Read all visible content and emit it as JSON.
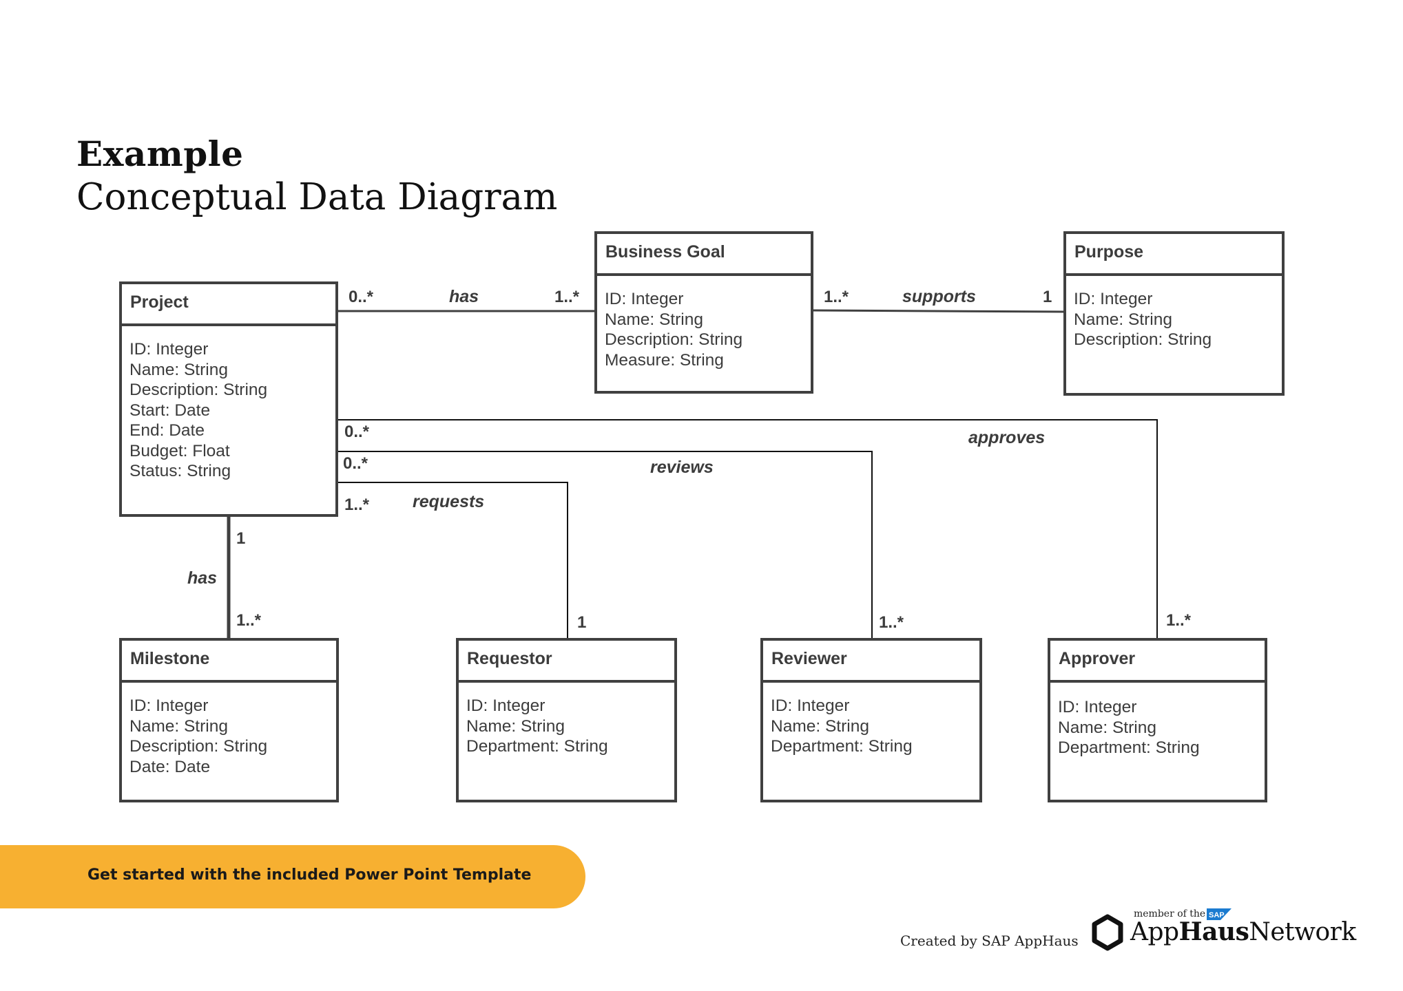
{
  "title": {
    "bold": "Example",
    "subtitle": "Conceptual Data Diagram"
  },
  "entities": {
    "project": {
      "name": "Project",
      "attributes": [
        "ID: Integer",
        "Name: String",
        "Description: String",
        "Start: Date",
        "End: Date",
        "Budget: Float",
        "Status: String"
      ]
    },
    "business_goal": {
      "name": "Business Goal",
      "attributes": [
        "ID: Integer",
        "Name: String",
        "Description: String",
        "Measure: String"
      ]
    },
    "purpose": {
      "name": "Purpose",
      "attributes": [
        "ID: Integer",
        "Name: String",
        "Description: String"
      ]
    },
    "milestone": {
      "name": "Milestone",
      "attributes": [
        "ID: Integer",
        "Name: String",
        "Description: String",
        "Date: Date"
      ]
    },
    "requestor": {
      "name": "Requestor",
      "attributes": [
        "ID: Integer",
        "Name: String",
        "Department: String"
      ]
    },
    "reviewer": {
      "name": "Reviewer",
      "attributes": [
        "ID: Integer",
        "Name: String",
        "Department: String"
      ]
    },
    "approver": {
      "name": "Approver",
      "attributes": [
        "ID: Integer",
        "Name: String",
        "Department: String"
      ]
    }
  },
  "relationships": {
    "project_goal": {
      "label": "has",
      "from_mult": "0..*",
      "to_mult": "1..*"
    },
    "goal_purpose": {
      "label": "supports",
      "from_mult": "1..*",
      "to_mult": "1"
    },
    "project_milestone": {
      "label": "has",
      "from_mult": "1",
      "to_mult": "1..*"
    },
    "project_requestor": {
      "label": "requests",
      "from_mult": "1..*",
      "to_mult": "1"
    },
    "project_reviewer": {
      "label": "reviews",
      "from_mult": "0..*",
      "to_mult": "1..*"
    },
    "project_approver": {
      "label": "approves",
      "from_mult": "0..*",
      "to_mult": "1..*"
    }
  },
  "cta": {
    "label": "Get started with the included Power Point Template"
  },
  "footer": {
    "credit": "Created by SAP AppHaus",
    "member_of": "member of the",
    "sap": "SAP",
    "network_prefix": "App",
    "network_bold": "Haus",
    "network_suffix": "Network"
  },
  "colors": {
    "line": "#404040",
    "cta": "#F7B031",
    "sap_blue": "#1B7BD0"
  }
}
